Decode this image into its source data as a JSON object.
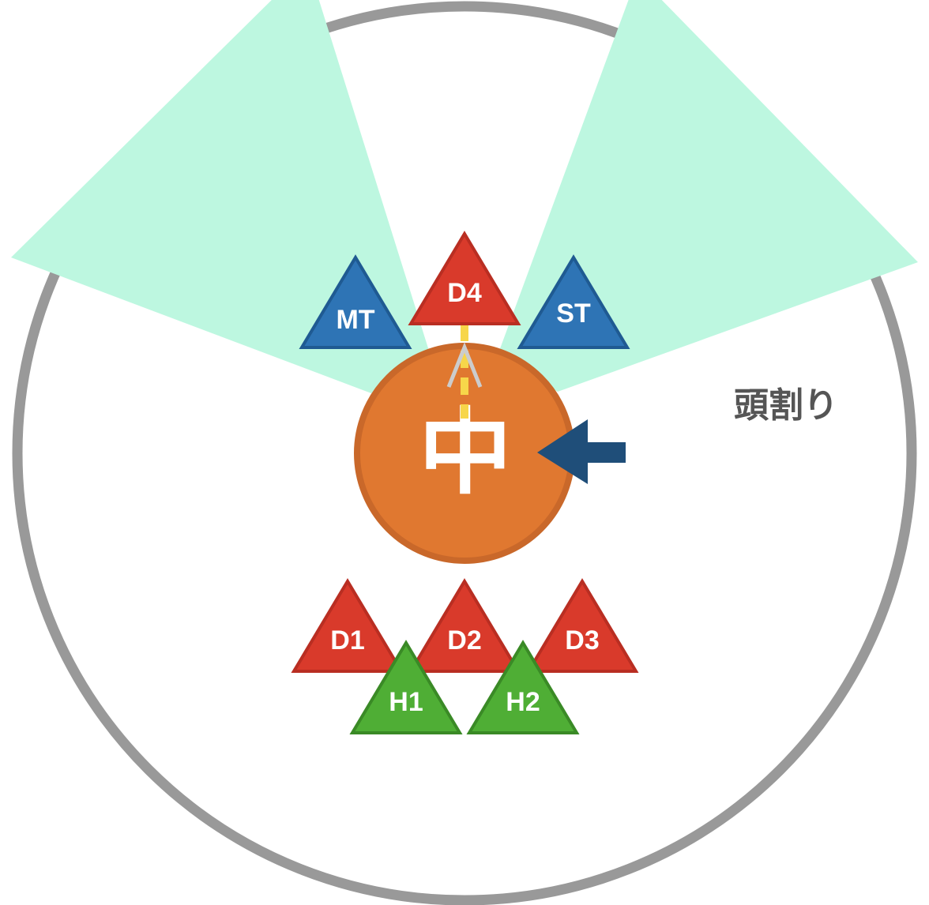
{
  "boss": {
    "label": "中",
    "color": "#E07830",
    "border": "#C9682A"
  },
  "stack_label": "頭割り",
  "players": [
    {
      "id": "MT",
      "label": "MT",
      "role": "tank"
    },
    {
      "id": "ST",
      "label": "ST",
      "role": "tank"
    },
    {
      "id": "D4",
      "label": "D4",
      "role": "dps"
    },
    {
      "id": "D1",
      "label": "D1",
      "role": "dps"
    },
    {
      "id": "D2",
      "label": "D2",
      "role": "dps"
    },
    {
      "id": "D3",
      "label": "D3",
      "role": "dps"
    },
    {
      "id": "H1",
      "label": "H1",
      "role": "healer"
    },
    {
      "id": "H2",
      "label": "H2",
      "role": "healer"
    }
  ],
  "colors": {
    "arena_border": "#999999",
    "cleave_zone": "#BDF7E0",
    "tank": "#2E74B5",
    "tank_border": "#1F5A92",
    "dps": "#D93A2B",
    "dps_border": "#B92E22",
    "healer": "#4FAE35",
    "healer_border": "#3A8A26",
    "tether": "#F7D64A",
    "arrow": "#1F4E79",
    "facing_marker": "#CCCCCC"
  }
}
